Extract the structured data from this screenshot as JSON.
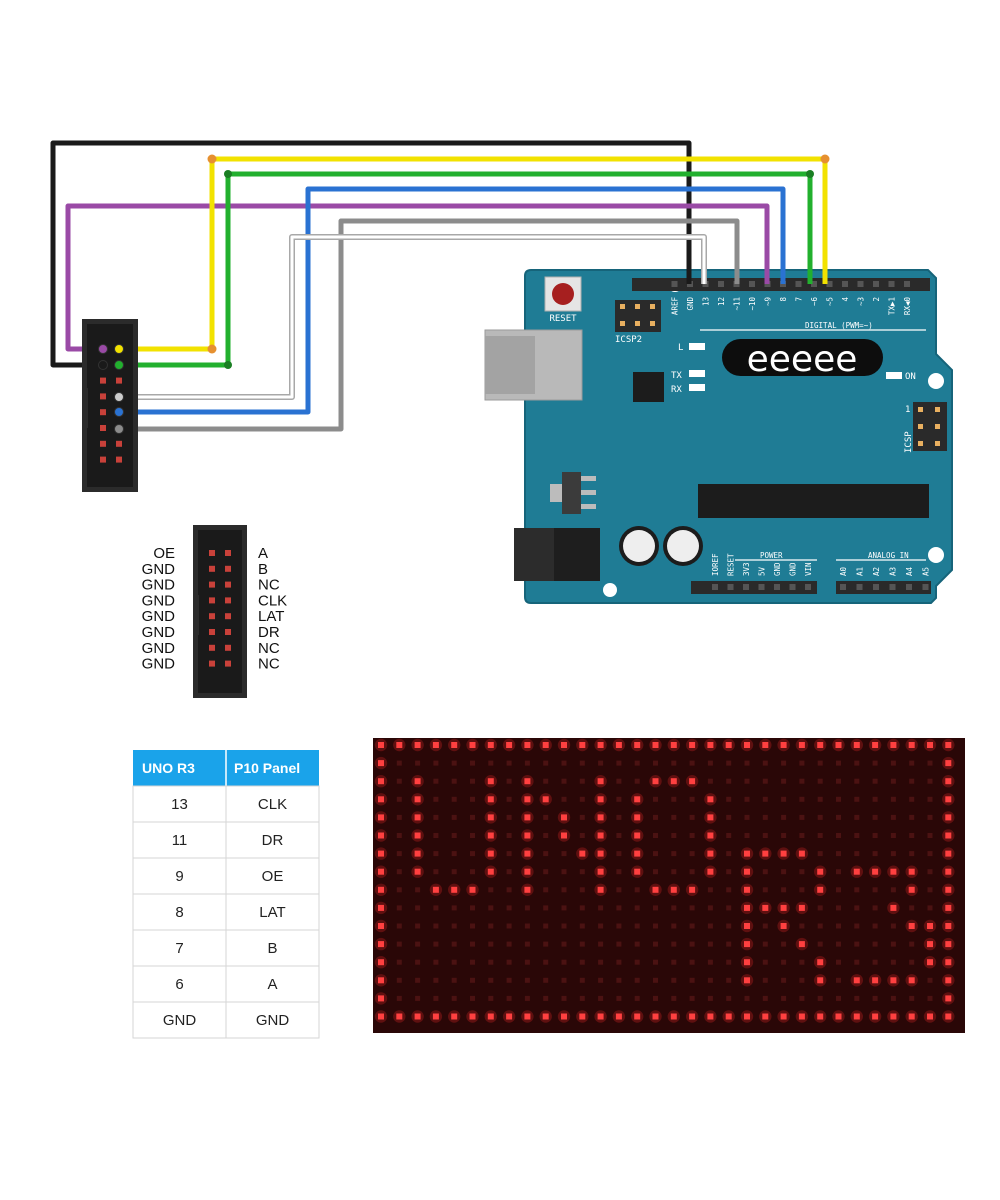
{
  "colors": {
    "board": "#1f7c95",
    "board_border": "#16647a",
    "wire_black": "#1a1a1a",
    "wire_yellow": "#f2e200",
    "wire_green": "#22b02e",
    "wire_blue": "#2a72d2",
    "wire_purple": "#9a4aa6",
    "wire_white": "#ffffff",
    "wire_gray": "#8c8c8c",
    "table_header": "#1aa3ea",
    "led_on": "#ff2a2a",
    "led_off": "#4b1212",
    "panel_bg": "#2a0707"
  },
  "arduino": {
    "reset_label": "RESET",
    "icsp2_label": "ICSP2",
    "icsp_label": "ICSP",
    "icsp_pin1": "1",
    "digital_label": "DIGITAL (PWM=~)",
    "logo_text": "eeeee",
    "l_label": "L",
    "tx_label": "TX",
    "rx_label": "RX",
    "on_label": "ON",
    "power_label": "POWER",
    "analog_label": "ANALOG IN",
    "digital_pins": [
      "AREF",
      "GND",
      "13",
      "12",
      "~11",
      "~10",
      "~9",
      "8",
      "7",
      "~6",
      "~5",
      "4",
      "~3",
      "2",
      "TX▶1",
      "RX◀0"
    ],
    "power_pins": [
      "IOREF",
      "RESET",
      "3V3",
      "5V",
      "GND",
      "GND",
      "VIN"
    ],
    "analog_pins": [
      "A0",
      "A1",
      "A2",
      "A3",
      "A4",
      "A5"
    ]
  },
  "connector_pinout": {
    "left_labels": [
      "OE",
      "GND",
      "GND",
      "GND",
      "GND",
      "GND",
      "GND",
      "GND"
    ],
    "right_labels": [
      "A",
      "B",
      "NC",
      "CLK",
      "LAT",
      "DR",
      "NC",
      "NC"
    ]
  },
  "pin_table": {
    "headers": [
      "UNO R3",
      "P10 Panel"
    ],
    "rows": [
      [
        "13",
        "CLK"
      ],
      [
        "11",
        "DR"
      ],
      [
        "9",
        "OE"
      ],
      [
        "8",
        "LAT"
      ],
      [
        "7",
        "B"
      ],
      [
        "6",
        "A"
      ],
      [
        "GND",
        "GND"
      ]
    ]
  },
  "led_panel": {
    "text": "UNO R3"
  }
}
